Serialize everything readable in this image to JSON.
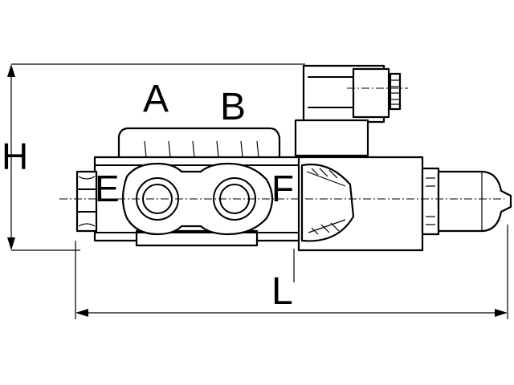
{
  "labels": {
    "port_a": "A",
    "port_b": "B",
    "port_e": "E",
    "port_f": "F",
    "height": "H",
    "length": "L"
  }
}
